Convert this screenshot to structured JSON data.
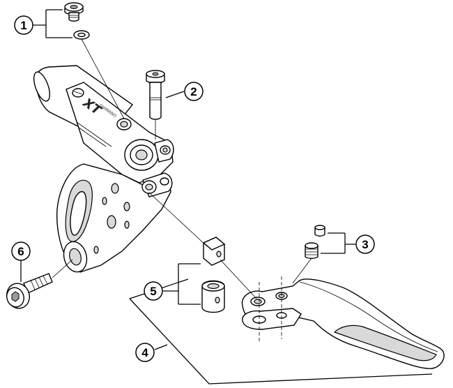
{
  "callouts": [
    {
      "id": "1",
      "label": "1"
    },
    {
      "id": "2",
      "label": "2"
    },
    {
      "id": "3",
      "label": "3"
    },
    {
      "id": "4",
      "label": "4"
    },
    {
      "id": "5",
      "label": "5"
    },
    {
      "id": "6",
      "label": "6"
    }
  ],
  "body_marking": {
    "brand": "XT",
    "maker": "SHIMANO"
  },
  "colors": {
    "line": "#000000",
    "fill": "#ffffff",
    "shade": "#d9d9d9"
  }
}
